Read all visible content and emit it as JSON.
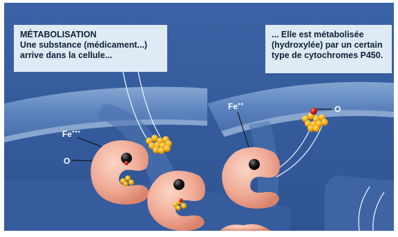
{
  "caption_left": {
    "title": "MÉTABOLISATION",
    "line1": "Une substance (médicament...)",
    "line2": "arrive dans la cellule..."
  },
  "caption_right": {
    "line1": "... Elle est métabolisée",
    "line2": "(hydroxylée) par un certain",
    "line3": "type de cytochromes P450."
  },
  "labels": {
    "fe3": "Fe",
    "fe3_sup": "+++",
    "o_left": "O",
    "fe2": "Fe",
    "fe2_sup": "++",
    "o_right": "O"
  },
  "colors": {
    "background_blue": "#3f67a8",
    "membrane_light": "#7d9fcc",
    "enzyme_pink": "#f2b2a0",
    "substrate_orange": "#f3b61f",
    "iron_black": "#151515",
    "oxygen_red": "#c81a1a"
  }
}
